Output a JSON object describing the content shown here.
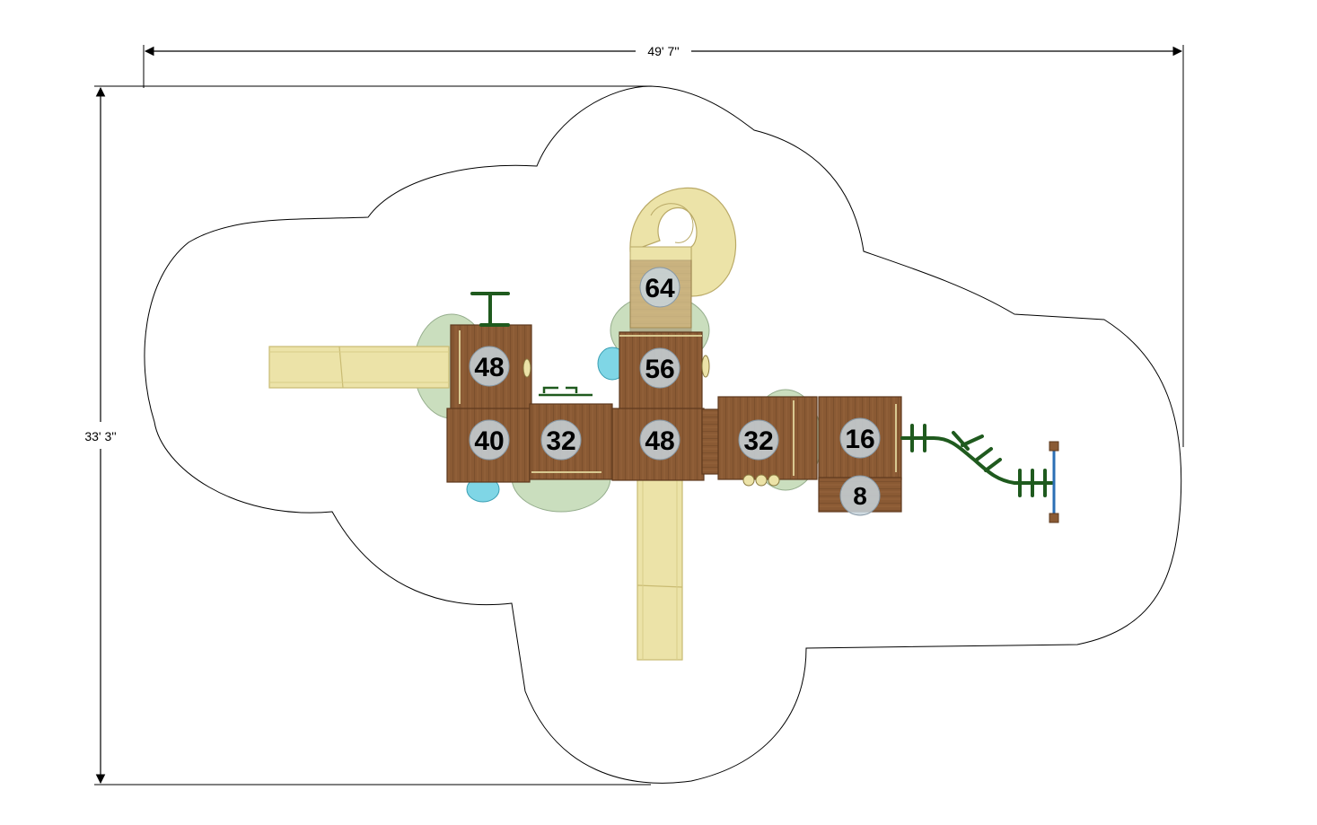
{
  "dimensions": {
    "width_label": "49' 7''",
    "height_label": "33' 3''"
  },
  "deck_heights": [
    {
      "id": "deck-64",
      "value": "64"
    },
    {
      "id": "deck-56",
      "value": "56"
    },
    {
      "id": "deck-48-left",
      "value": "48"
    },
    {
      "id": "deck-40",
      "value": "40"
    },
    {
      "id": "deck-32-left",
      "value": "32"
    },
    {
      "id": "deck-48-center",
      "value": "48"
    },
    {
      "id": "deck-32-right",
      "value": "32"
    },
    {
      "id": "deck-16",
      "value": "16"
    },
    {
      "id": "deck-8",
      "value": "8"
    }
  ],
  "colors": {
    "wood": "#8a5a34",
    "wood_dark": "#5e3a1e",
    "slide": "#ece3a8",
    "slide_edge": "#c9bb72",
    "circle_fill": "#c7d3dc",
    "green_zone": "#9fc48a",
    "teal": "#7fd6e6",
    "accessory_green": "#1f5a1e",
    "outline": "#000000"
  }
}
